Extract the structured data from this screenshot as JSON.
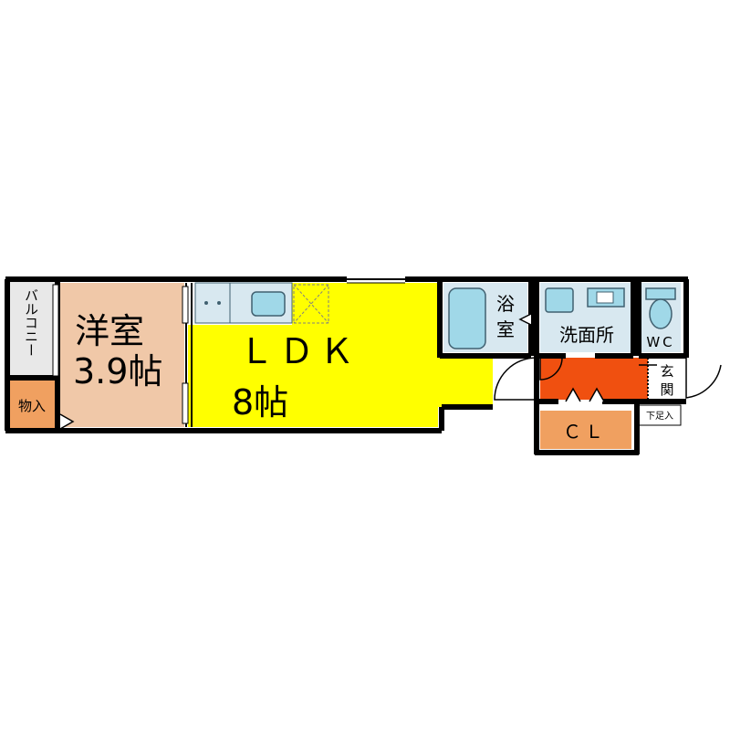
{
  "rooms": {
    "balcony": {
      "label": "バルコニー",
      "color": "#e8e8e8"
    },
    "storage": {
      "label": "物入",
      "color": "#f0a060"
    },
    "western_room": {
      "label": "洋室",
      "size": "3.9帖",
      "color": "#f0c8a8"
    },
    "ldk": {
      "label": "ＬＤＫ",
      "size": "8帖",
      "color": "#ffff00"
    },
    "bath": {
      "label_line1": "浴",
      "label_line2": "室",
      "color": "#d8e8f0"
    },
    "washroom": {
      "label": "洗面所",
      "color": "#d8e8f0"
    },
    "wc": {
      "label": "WC",
      "color": "#d8e8f0"
    },
    "entrance": {
      "label_line1": "玄",
      "label_line2": "関",
      "color": "#ffffff"
    },
    "shoe_box": {
      "label": "下足入"
    },
    "closet": {
      "label": "ＣＬ",
      "color": "#f0a060"
    },
    "hallway": {
      "color": "#f05010"
    }
  },
  "colors": {
    "wall": "#000000",
    "fixture": "#a0d8e8",
    "fixture_stroke": "#406070"
  }
}
